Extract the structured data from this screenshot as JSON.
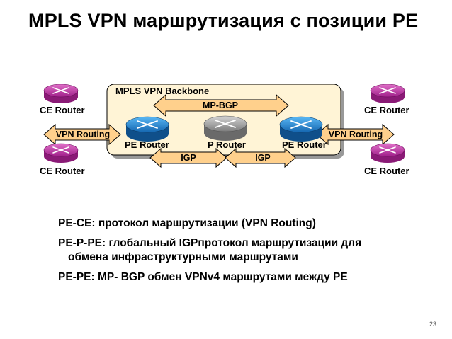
{
  "title": "MPLS VPN маршрутизация с позиции PE",
  "backbone_label": "MPLS VPN Backbone",
  "routers": {
    "ce_top_left": "CE Router",
    "ce_bottom_left": "CE Router",
    "ce_top_right": "CE Router",
    "ce_bottom_right": "CE Router",
    "pe_left": "PE Router",
    "p_center": "P Router",
    "pe_right": "PE Router"
  },
  "arrows": {
    "mp_bgp": "MP-BGP",
    "vpn_routing_left": "VPN Routing",
    "vpn_routing_right": "VPN Routing",
    "igp_left": "IGP",
    "igp_right": "IGP"
  },
  "bullets": {
    "b1": "PE-CE: протокол маршрутизации (VPN Routing)",
    "b2_line1": "PE-P-PE: глобальный IGPпротокол маршрутизации для",
    "b2_line2": "обмена инфраструктурными маршрутами",
    "b3": "PE-PE: MP- BGP обмен VPNv4 маршрутами между PE"
  },
  "page_number": "23",
  "colors": {
    "ce_router": "#cc33aa",
    "pe_router": "#1e90e0",
    "p_router": "#a8a8a8",
    "arrow_fill": "#ffd08c",
    "backbone_fill": "#fff4d6"
  }
}
